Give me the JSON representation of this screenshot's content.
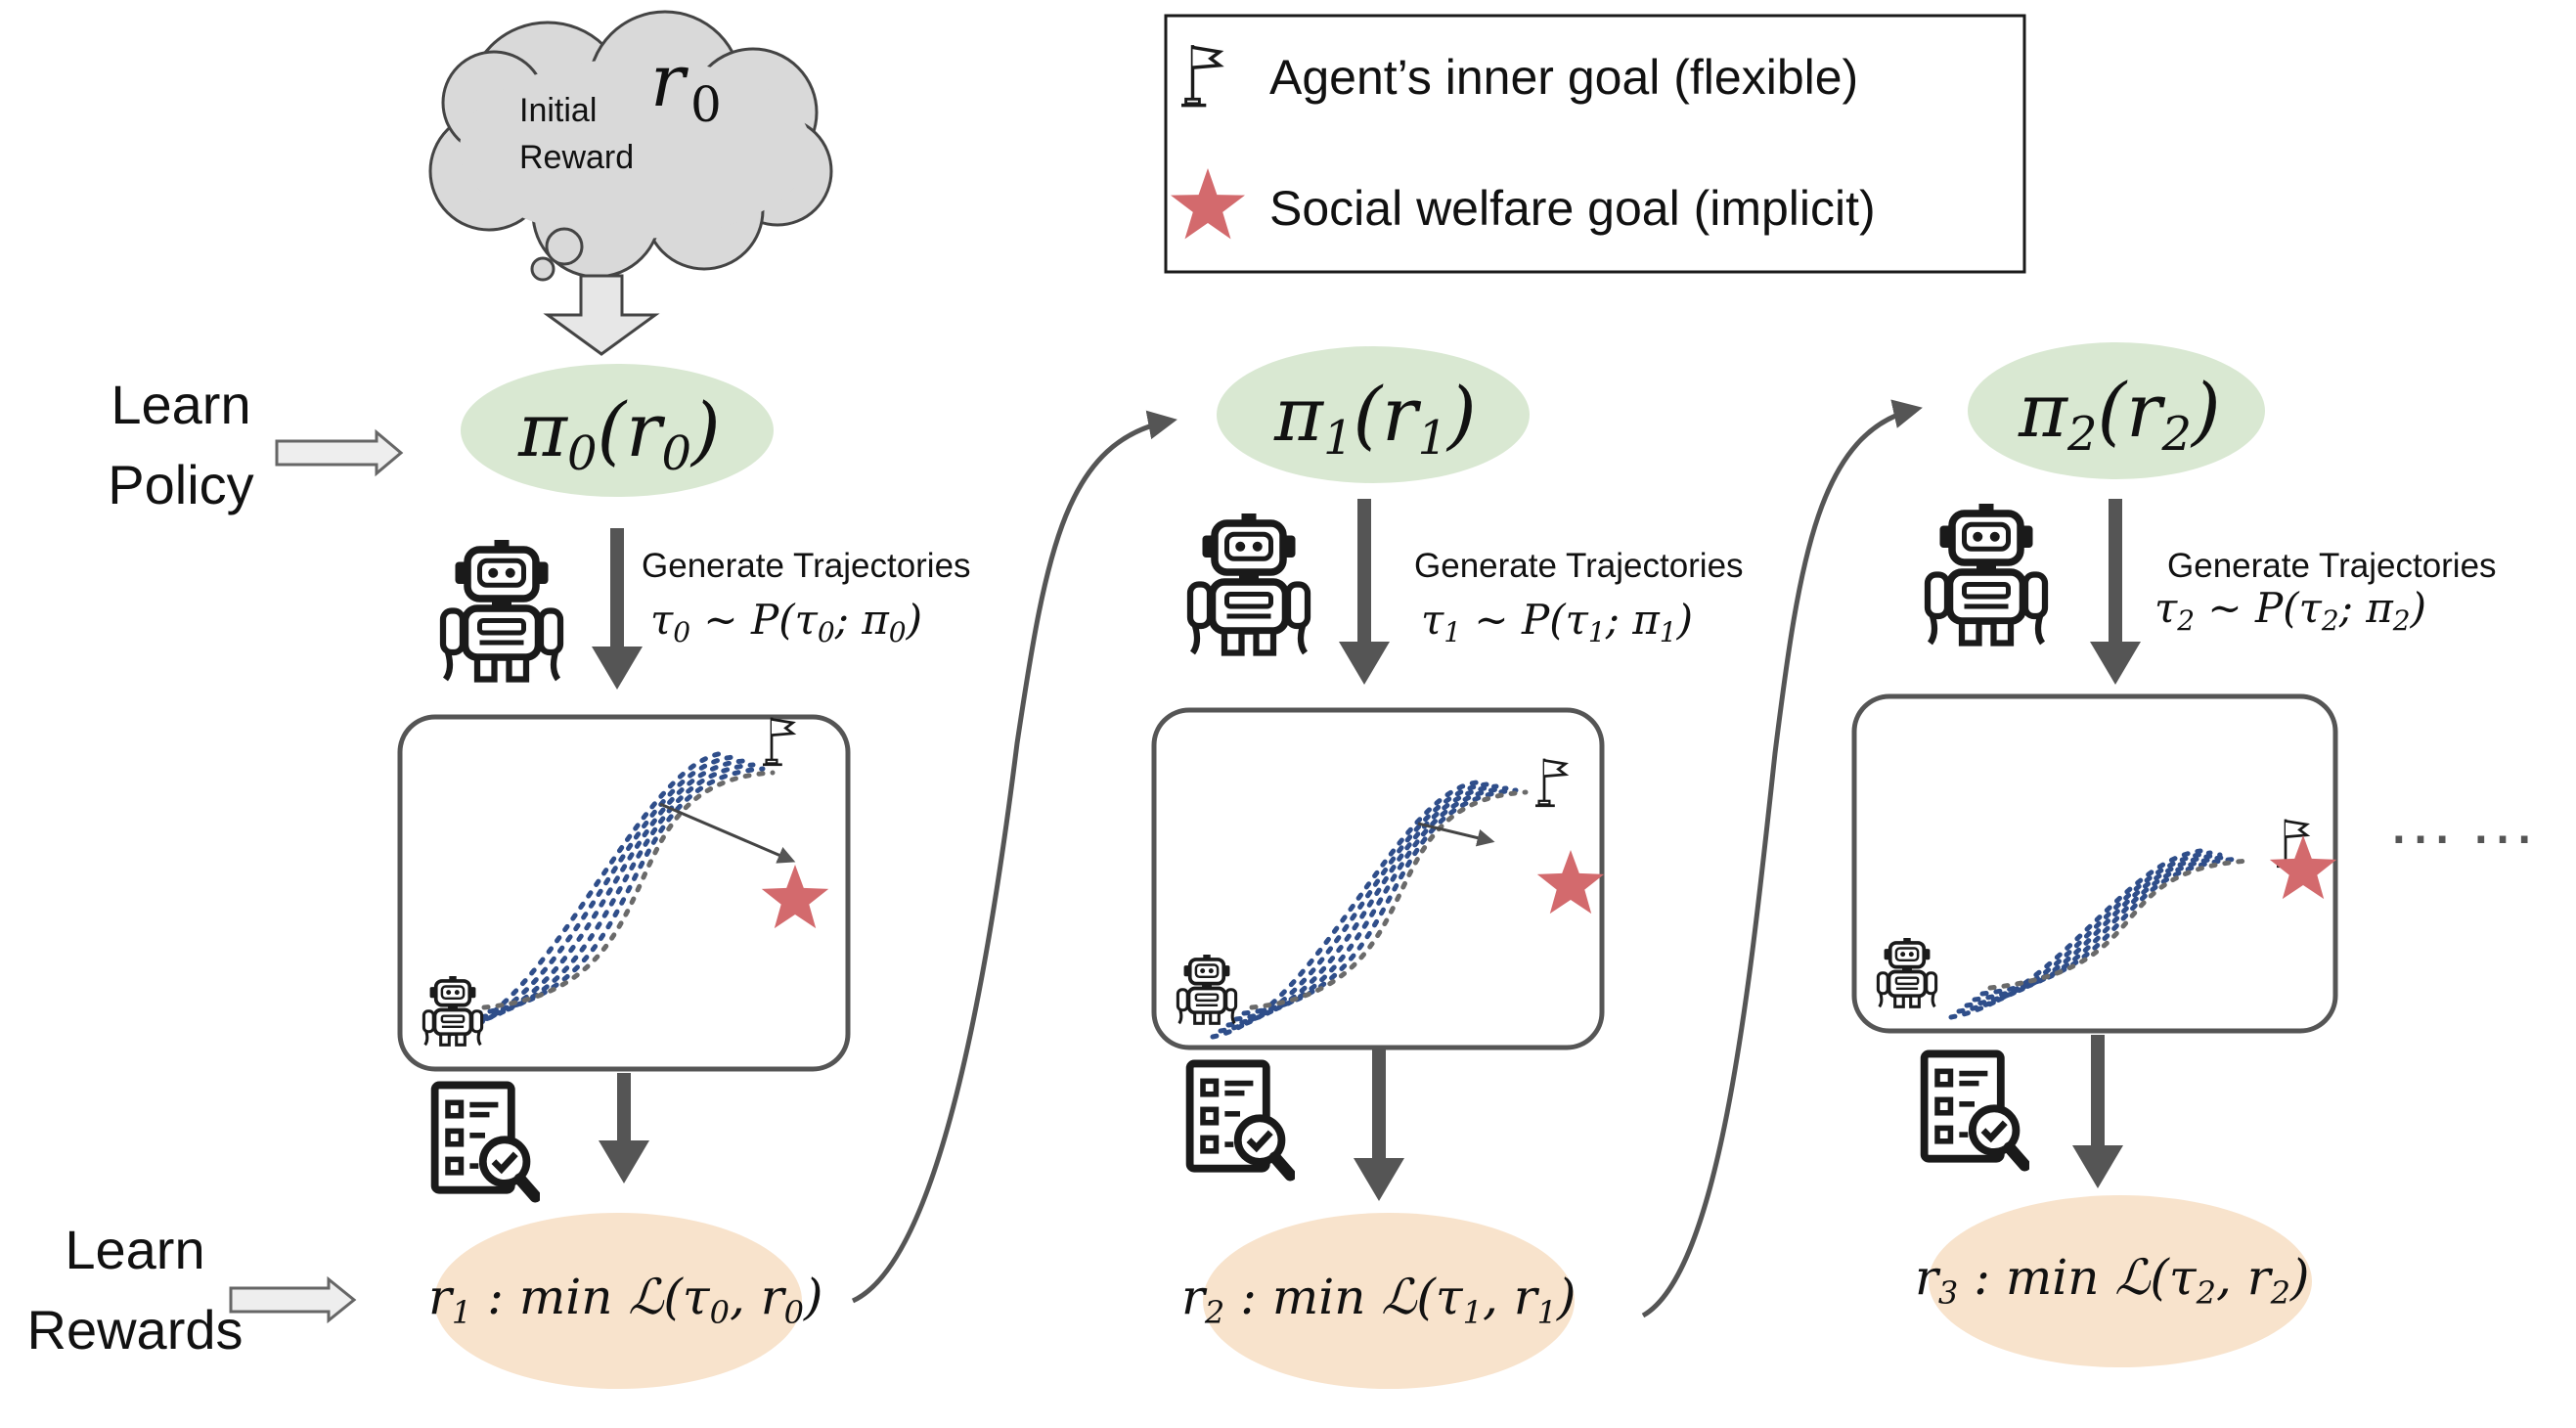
{
  "legend": {
    "inner_goal_label": "Agent’s inner goal (flexible)",
    "inner_goal_icon": "flag-icon",
    "social_goal_label": "Social welfare goal (implicit)",
    "social_goal_icon": "star-icon",
    "star_color": "#d36a6d"
  },
  "cloud": {
    "label_line1": "Initial",
    "label_line2": "Reward",
    "symbol": "r",
    "symbol_sub": "0"
  },
  "side_labels": {
    "learn_policy_line1": "Learn",
    "learn_policy_line2": "Policy",
    "learn_rewards_line1": "Learn",
    "learn_rewards_line2": "Rewards"
  },
  "colors": {
    "policy_fill": "#d9e8d2",
    "reward_fill": "#f8e3cc",
    "arrow": "#555555",
    "trajectory_blue": "#2f4e8a",
    "trajectory_gray": "#6a6a6a"
  },
  "stages": [
    {
      "policy": {
        "pi": "π",
        "sub": "0",
        "arg": "r",
        "arg_sub": "0"
      },
      "gen_label": "Generate Trajectories",
      "gen_formula": {
        "tau": "τ",
        "sub": "0",
        "rest": "∼ P(τ",
        "rest_sub": "0",
        "rest_end": "; π",
        "end_sub": "0",
        "close": ")"
      },
      "reward": {
        "r": "r",
        "sub": "1",
        "mid": ": min ℒ(τ",
        "mid_sub": "0",
        "comma": ", r",
        "end_sub": "0",
        "close": ")"
      }
    },
    {
      "policy": {
        "pi": "π",
        "sub": "1",
        "arg": "r",
        "arg_sub": "1"
      },
      "gen_label": "Generate Trajectories",
      "gen_formula": {
        "tau": "τ",
        "sub": "1",
        "rest": "∼ P(τ",
        "rest_sub": "1",
        "rest_end": "; π",
        "end_sub": "1",
        "close": ")"
      },
      "reward": {
        "r": "r",
        "sub": "2",
        "mid": ": min ℒ(τ",
        "mid_sub": "1",
        "comma": ", r",
        "end_sub": "1",
        "close": ")"
      }
    },
    {
      "policy": {
        "pi": "π",
        "sub": "2",
        "arg": "r",
        "arg_sub": "2"
      },
      "gen_label": "Generate Trajectories",
      "gen_formula": {
        "tau": "τ",
        "sub": "2",
        "rest": "∼ P(τ",
        "rest_sub": "2",
        "rest_end": "; π",
        "end_sub": "2",
        "close": ")"
      },
      "reward": {
        "r": "r",
        "sub": "3",
        "mid": ": min ℒ(τ",
        "mid_sub": "2",
        "comma": ", r",
        "end_sub": "2",
        "close": ")"
      }
    }
  ],
  "continuation": "……"
}
